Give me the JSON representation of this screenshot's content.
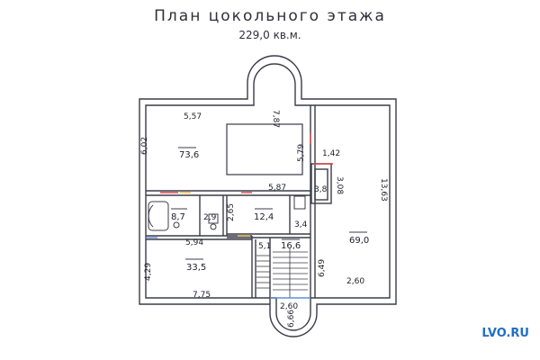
{
  "title": "План цокольного этажа",
  "subtitle": "229,0 кв.м.",
  "brand": "LVO.RU",
  "colors": {
    "wall": "#3b3b48",
    "accent_red": "#d9444a",
    "accent_blue": "#5d8fd8",
    "accent_yellow": "#e0b53c"
  },
  "rooms": {
    "living": {
      "area": "73,6",
      "width": "5,57",
      "depth": "6,02",
      "inner": "5,79"
    },
    "bay_top": {
      "length": "7,87"
    },
    "corridor": {
      "length": "5,87"
    },
    "small_right": {
      "width": "1,42",
      "area": "3,8",
      "depth": "3,08"
    },
    "right": {
      "area": "69,0",
      "height": "13,63",
      "depth": "6,49",
      "width": "2,60"
    },
    "bath": {
      "area": "8,7"
    },
    "wc": {
      "area": "2,9"
    },
    "hall": {
      "area": "12,4",
      "width": "2,65"
    },
    "closet": {
      "area": "3,4"
    },
    "stair_left": {
      "width": "5,1"
    },
    "stair": {
      "area": "16,6"
    },
    "bottom_left": {
      "width": "5,94",
      "area": "33,5",
      "depth": "4,29",
      "length": "7,75"
    },
    "bay_bottom": {
      "width": "2,60",
      "length": "6,66"
    }
  }
}
